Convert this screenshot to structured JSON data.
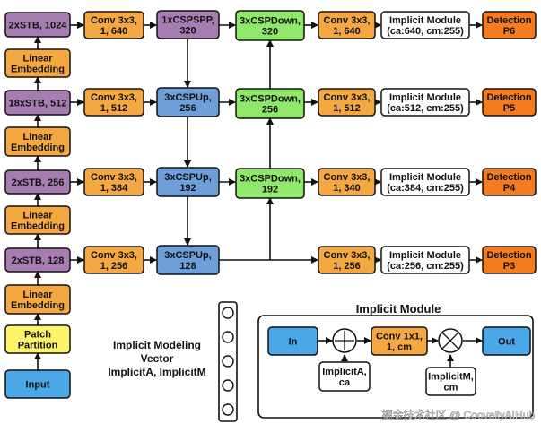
{
  "colors": {
    "purple": "#a77cb3",
    "orange": "#f5a742",
    "blue": "#6e9fd8",
    "green": "#8fe86a",
    "white": "#ffffff",
    "detection": "#f47c1f",
    "yellow": "#fdf46a",
    "input_blue": "#4aa7e8"
  },
  "backbone": {
    "stb_1024": [
      "2xSTB, 1024"
    ],
    "linear_emb_4": [
      "Linear",
      "Embedding"
    ],
    "stb_512": [
      "18xSTB, 512"
    ],
    "linear_emb_3": [
      "Linear",
      "Embedding"
    ],
    "stb_256": [
      "2xSTB, 256"
    ],
    "linear_emb_2": [
      "Linear",
      "Embedding"
    ],
    "stb_128": [
      "2xSTB, 128"
    ],
    "linear_emb_1": [
      "Linear",
      "Embedding"
    ],
    "patch_partition": [
      "Patch",
      "Partition"
    ],
    "input": [
      "Input"
    ]
  },
  "neck": {
    "conv_640_a": [
      "Conv 3x3,",
      "1, 640"
    ],
    "conv_512_a": [
      "Conv 3x3,",
      "1, 512"
    ],
    "conv_384_a": [
      "Conv 3x3,",
      "1, 384"
    ],
    "conv_256_a": [
      "Conv 3x3,",
      "1, 256"
    ],
    "csp_spp": [
      "1xCSPSPP,",
      "320"
    ],
    "csp_up_256": [
      "3xCSPUp,",
      "256"
    ],
    "csp_up_192": [
      "3xCSPUp,",
      "192"
    ],
    "csp_up_128": [
      "3xCSPUp,",
      "128"
    ],
    "csp_down_320": [
      "3xCSPDown,",
      "320"
    ],
    "csp_down_256": [
      "3xCSPDown,",
      "256"
    ],
    "csp_down_192": [
      "3xCSPDown,",
      "192"
    ],
    "conv_640_b": [
      "Conv 3x3,",
      "1, 640"
    ],
    "conv_512_b": [
      "Conv 3x3,",
      "1, 512"
    ],
    "conv_340_b": [
      "Conv 3x3,",
      "1, 340"
    ],
    "conv_256_b": [
      "Conv 3x3,",
      "1, 256"
    ]
  },
  "head": {
    "implicit_p6": [
      "Implicit Module",
      "(ca:640, cm:255)"
    ],
    "implicit_p5": [
      "Implicit Module",
      "(ca:512, cm:255)"
    ],
    "implicit_p4": [
      "Implicit Module",
      "(ca:384, cm:255)"
    ],
    "implicit_p3": [
      "Implicit Module",
      "(ca:256, cm:255)"
    ],
    "det_p6": [
      "Detection",
      "P6"
    ],
    "det_p5": [
      "Detection",
      "P5"
    ],
    "det_p4": [
      "Detection",
      "P4"
    ],
    "det_p3": [
      "Detection",
      "P3"
    ]
  },
  "vector_label": [
    "Implicit Modeling",
    "Vector",
    "ImplicitA, ImplicitM"
  ],
  "implicit_module": {
    "title": "Implicit Module",
    "in": [
      "In"
    ],
    "conv": [
      "Conv 1x1,",
      "1, cm"
    ],
    "out": [
      "Out"
    ],
    "implicit_a": [
      "ImplicitA,",
      "ca"
    ],
    "implicit_m": [
      "ImplicitM,",
      "cm"
    ]
  },
  "watermark": "掘金技术社区 @ CoovallyAIHub"
}
